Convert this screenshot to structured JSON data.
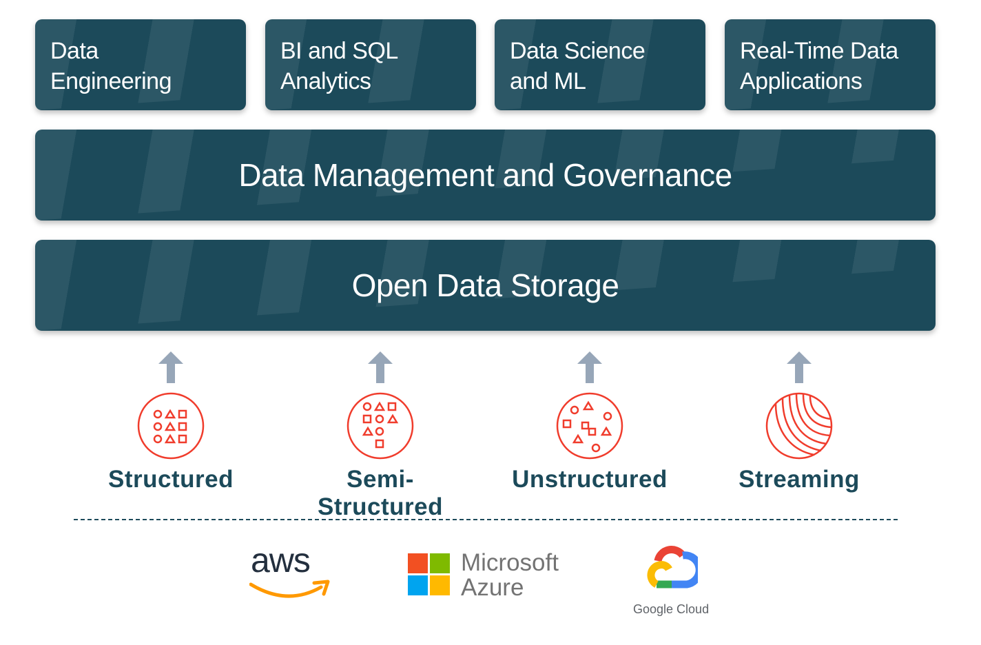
{
  "workloads": [
    {
      "label": "Data\nEngineering"
    },
    {
      "label": "BI and SQL\nAnalytics"
    },
    {
      "label": "Data Science\nand ML"
    },
    {
      "label": "Real-Time Data\nApplications"
    }
  ],
  "governance": {
    "label": "Data Management and Governance"
  },
  "storage": {
    "label": "Open Data Storage"
  },
  "sources": [
    {
      "label": "Structured",
      "icon": "structured-data-icon"
    },
    {
      "label": "Semi-Structured",
      "icon": "semi-structured-data-icon"
    },
    {
      "label": "Unstructured",
      "icon": "unstructured-data-icon"
    },
    {
      "label": "Streaming",
      "icon": "streaming-data-icon"
    }
  ],
  "clouds": {
    "aws": "aws",
    "azure_line1": "Microsoft",
    "azure_line2": "Azure",
    "google": "Google Cloud"
  },
  "colors": {
    "box": "#1c4a5a",
    "accent": "#f03c2c",
    "arrow": "#97a6b8"
  }
}
